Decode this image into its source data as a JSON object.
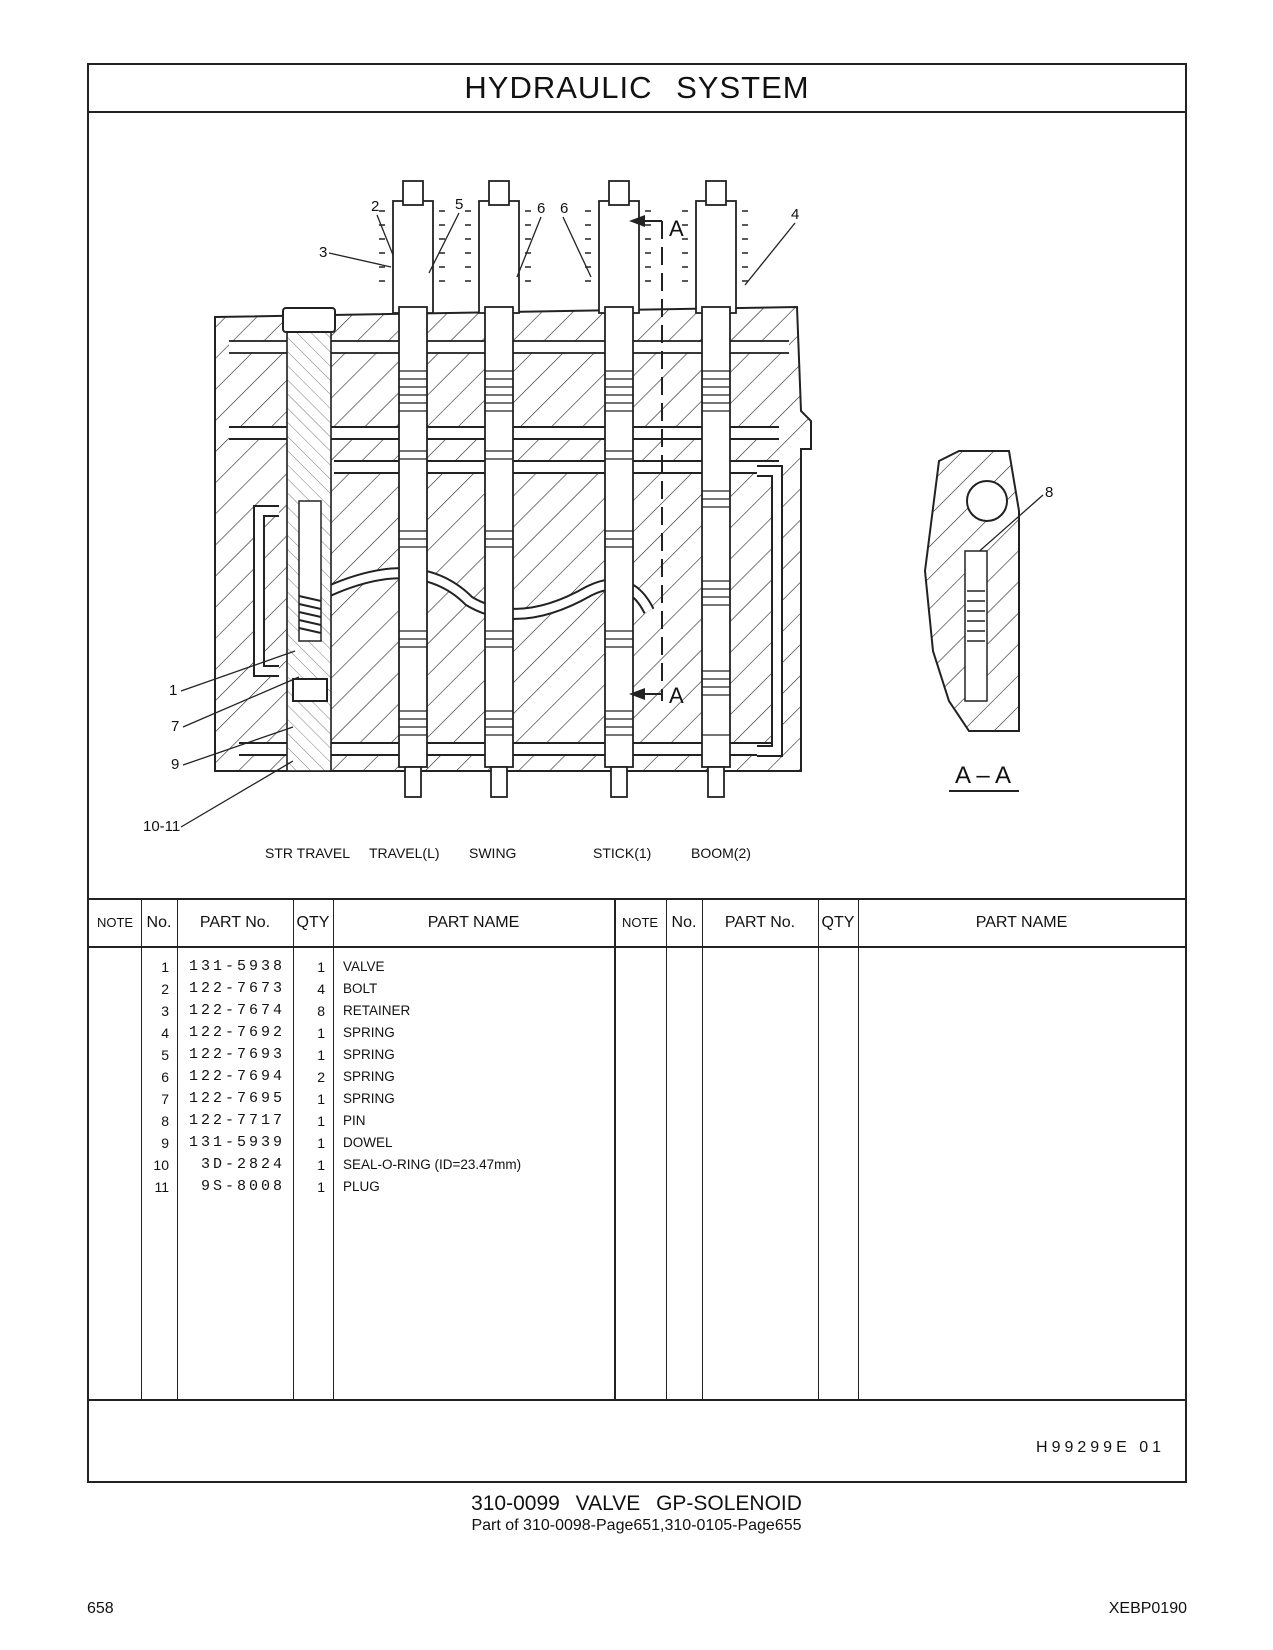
{
  "header": {
    "title": "HYDRAULIC   SYSTEM"
  },
  "drawing": {
    "callouts": [
      "2",
      "5",
      "6",
      "6",
      "4",
      "3",
      "1",
      "7",
      "9",
      "10-11",
      "8"
    ],
    "section_marks": [
      "A",
      "A"
    ],
    "section_view_label": "A – A",
    "spool_labels": [
      "STR  TRAVEL",
      "TRAVEL(L)",
      "SWING",
      "STICK(1)",
      "BOOM(2)"
    ]
  },
  "table": {
    "columns": [
      "NOTE",
      "No.",
      "PART No.",
      "QTY",
      "PART NAME"
    ],
    "rows": [
      {
        "no": "1",
        "part": "131-5938",
        "qty": "1",
        "name": "VALVE"
      },
      {
        "no": "2",
        "part": "122-7673",
        "qty": "4",
        "name": "BOLT"
      },
      {
        "no": "3",
        "part": "122-7674",
        "qty": "8",
        "name": "RETAINER"
      },
      {
        "no": "4",
        "part": "122-7692",
        "qty": "1",
        "name": "SPRING"
      },
      {
        "no": "5",
        "part": "122-7693",
        "qty": "1",
        "name": "SPRING"
      },
      {
        "no": "6",
        "part": "122-7694",
        "qty": "2",
        "name": "SPRING"
      },
      {
        "no": "7",
        "part": "122-7695",
        "qty": "1",
        "name": "SPRING"
      },
      {
        "no": "8",
        "part": "122-7717",
        "qty": "1",
        "name": "PIN"
      },
      {
        "no": "9",
        "part": "131-5939",
        "qty": "1",
        "name": "DOWEL"
      },
      {
        "no": "10",
        "part": "3D-2824",
        "qty": "1",
        "name": "SEAL-O-RING (ID=23.47mm)"
      },
      {
        "no": "11",
        "part": "9S-8008",
        "qty": "1",
        "name": "PLUG"
      }
    ]
  },
  "illustration_code": "H99299E   01",
  "footer": {
    "caption": "310-0099  VALVE  GP-SOLENOID",
    "subcaption": "Part of 310-0098-Page651,310-0105-Page655",
    "page_number": "658",
    "doc_id": "XEBP0190"
  }
}
